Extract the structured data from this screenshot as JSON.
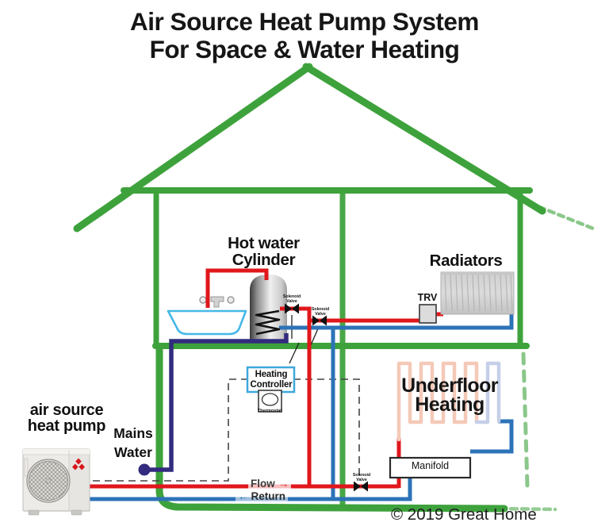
{
  "title": {
    "line1": "Air Source Heat Pump System",
    "line2": "For Space & Water Heating"
  },
  "upstairs": {
    "hot_water_cylinder": {
      "line1": "Hot water",
      "line2": "Cylinder"
    },
    "radiators": {
      "label": "Radiators"
    },
    "trv": {
      "label": "TRV"
    },
    "solenoid_valve_1": {
      "line1": "Solenoid",
      "line2": "Valve"
    },
    "solenoid_valve_2": {
      "line1": "Solenoid",
      "line2": "Valve"
    }
  },
  "downstairs": {
    "heating_controller": {
      "line1": "Heating",
      "line2": "Controller"
    },
    "thermostat": {
      "label": "Thermostat"
    },
    "underfloor_heating": {
      "line1": "Underfloor",
      "line2": "Heating"
    },
    "manifold": {
      "label": "Manifold"
    },
    "solenoid_valve_3": {
      "line1": "Solenoid",
      "line2": "Valve"
    }
  },
  "outside": {
    "heat_pump": {
      "line1": "air source",
      "line2": "heat pump"
    },
    "mains_water": {
      "line1": "Mains",
      "line2": "Water"
    }
  },
  "pipes": {
    "flow": {
      "label": "Flow",
      "arrow": "→"
    },
    "return": {
      "label": "Return",
      "arrow": "←"
    }
  },
  "footer": {
    "copyright": "© 2019 Great Home"
  },
  "colors": {
    "house_green": "#3ea23c",
    "flow_red": "#e0171c",
    "return_blue": "#2c73b8",
    "mains_navy": "#322b7e",
    "bath_blue": "#45b8e8",
    "controller_blue": "#3da8dc",
    "underfloor_warm": "#f4c9b8",
    "underfloor_cool": "#c6cfe8"
  }
}
